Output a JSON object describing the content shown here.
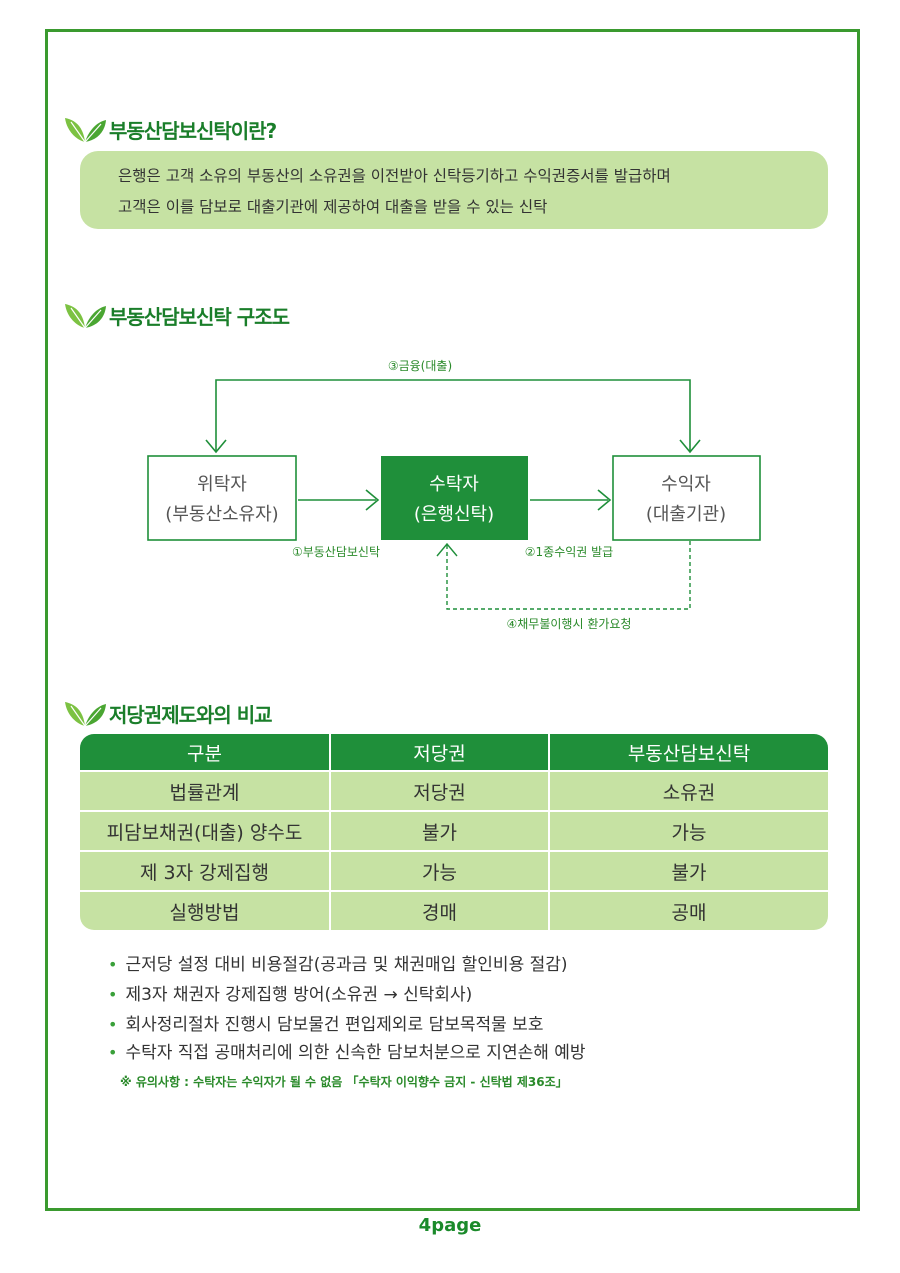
{
  "colors": {
    "accent": "#1f8f3a",
    "light_green": "#c6e2a3",
    "frame": "#3a9a2f",
    "title": "#1a7e2a"
  },
  "section1": {
    "title": "부동산담보신탁이란?",
    "icon": "leaf-icon",
    "lines": [
      "은행은 고객 소유의 부동산의 소유권을 이전받아 신탁등기하고 수익권증서를 발급하며",
      "고객은 이를 담보로 대출기관에 제공하여 대출을 받을 수 있는 신탁"
    ]
  },
  "section2": {
    "title": "부동산담보신탁 구조도",
    "icon": "leaf-icon",
    "nodes": {
      "truster": {
        "name": "위탁자",
        "role": "(부동산소유자)"
      },
      "trustee": {
        "name": "수탁자",
        "role": "(은행신탁)"
      },
      "beneficiary": {
        "name": "수익자",
        "role": "(대출기관)"
      }
    },
    "flows": {
      "step1": "①부동산담보신탁",
      "step2": "②1종수익권 발급",
      "step3": "③금융(대출)",
      "step4": "④채무불이행시 환가요청"
    }
  },
  "section3": {
    "title": "저당권제도와의 비교",
    "icon": "leaf-icon",
    "headers": [
      "구분",
      "저당권",
      "부동산담보신탁"
    ],
    "rows": [
      [
        "법률관계",
        "저당권",
        "소유권"
      ],
      [
        "피담보채권(대출) 양수도",
        "불가",
        "가능"
      ],
      [
        "제 3자 강제집행",
        "가능",
        "불가"
      ],
      [
        "실행방법",
        "경매",
        "공매"
      ]
    ],
    "bullets": [
      "근저당 설정 대비 비용절감(공과금 및 채권매입 할인비용 절감)",
      "제3자 채권자 강제집행 방어(소유권 → 신탁회사)",
      "회사정리절차 진행시 담보물건 편입제외로 담보목적물 보호",
      "수탁자 직접 공매처리에 의한 신속한 담보처분으로 지연손해 예방"
    ],
    "note": "※ 유의사항 : 수탁자는 수익자가 될 수 없음 「수탁자 이익향수 금지 - 신탁법 제36조」"
  },
  "page_number": "4page"
}
